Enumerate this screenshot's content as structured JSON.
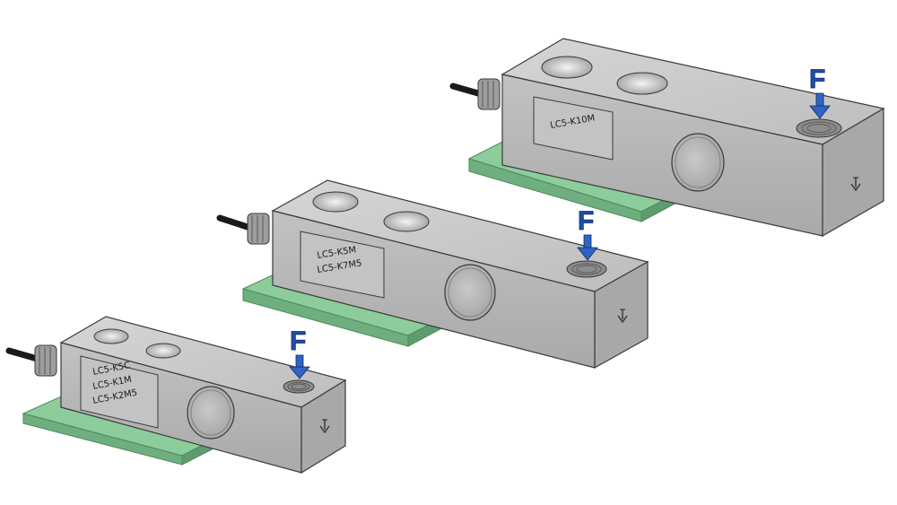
{
  "cells": [
    {
      "id": "large",
      "labels": [
        "LC5-K10M"
      ],
      "force_label": "F"
    },
    {
      "id": "medium",
      "labels": [
        "LC5-K5M",
        "LC5-K7M5"
      ],
      "force_label": "F"
    },
    {
      "id": "small",
      "labels": [
        "LC5-K5C",
        "LC5-K1M",
        "LC5-K2M5"
      ],
      "force_label": "F"
    }
  ],
  "colors": {
    "body_top": "#c8c8c8",
    "body_front": "#b4b4b4",
    "body_end": "#a6a6a6",
    "base_plate": "#7fc08e",
    "base_plate_edge": "#4e8a5c",
    "force_arrow": "#2f63c4",
    "outline": "#3a3a3a"
  },
  "icons": [
    "cable-icon",
    "cable-gland-icon",
    "mounting-hole-icon",
    "strain-gauge-window-icon",
    "threaded-load-hole-icon",
    "force-arrow-icon",
    "direction-arrow-icon"
  ]
}
